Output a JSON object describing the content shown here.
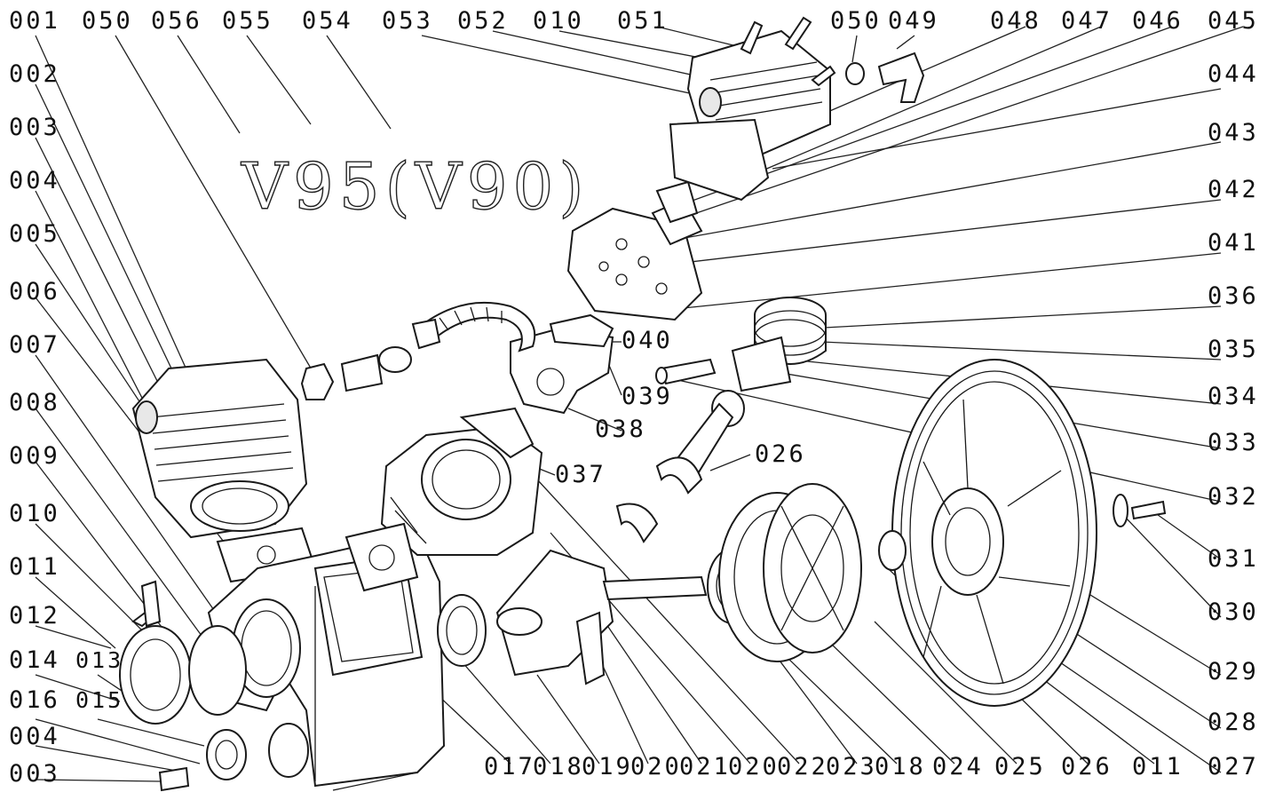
{
  "title": "V95(V90)",
  "labels": {
    "top": [
      "001",
      "050",
      "056",
      "055",
      "054",
      "053",
      "052",
      "010",
      "051",
      "050",
      "049",
      "048",
      "047",
      "046",
      "045"
    ],
    "left": [
      "002",
      "003",
      "004",
      "005",
      "006",
      "007",
      "008",
      "009",
      "010",
      "011",
      "012",
      "014",
      "013",
      "016",
      "015",
      "004",
      "003"
    ],
    "right": [
      "044",
      "043",
      "042",
      "041",
      "036",
      "035",
      "034",
      "033",
      "032",
      "031",
      "030",
      "029",
      "028",
      "027"
    ],
    "bottom": [
      "017",
      "018",
      "019",
      "020",
      "021",
      "020",
      "022",
      "023",
      "018",
      "024",
      "025",
      "026",
      "011"
    ],
    "inner": [
      "040",
      "039",
      "038",
      "037",
      "026"
    ]
  }
}
